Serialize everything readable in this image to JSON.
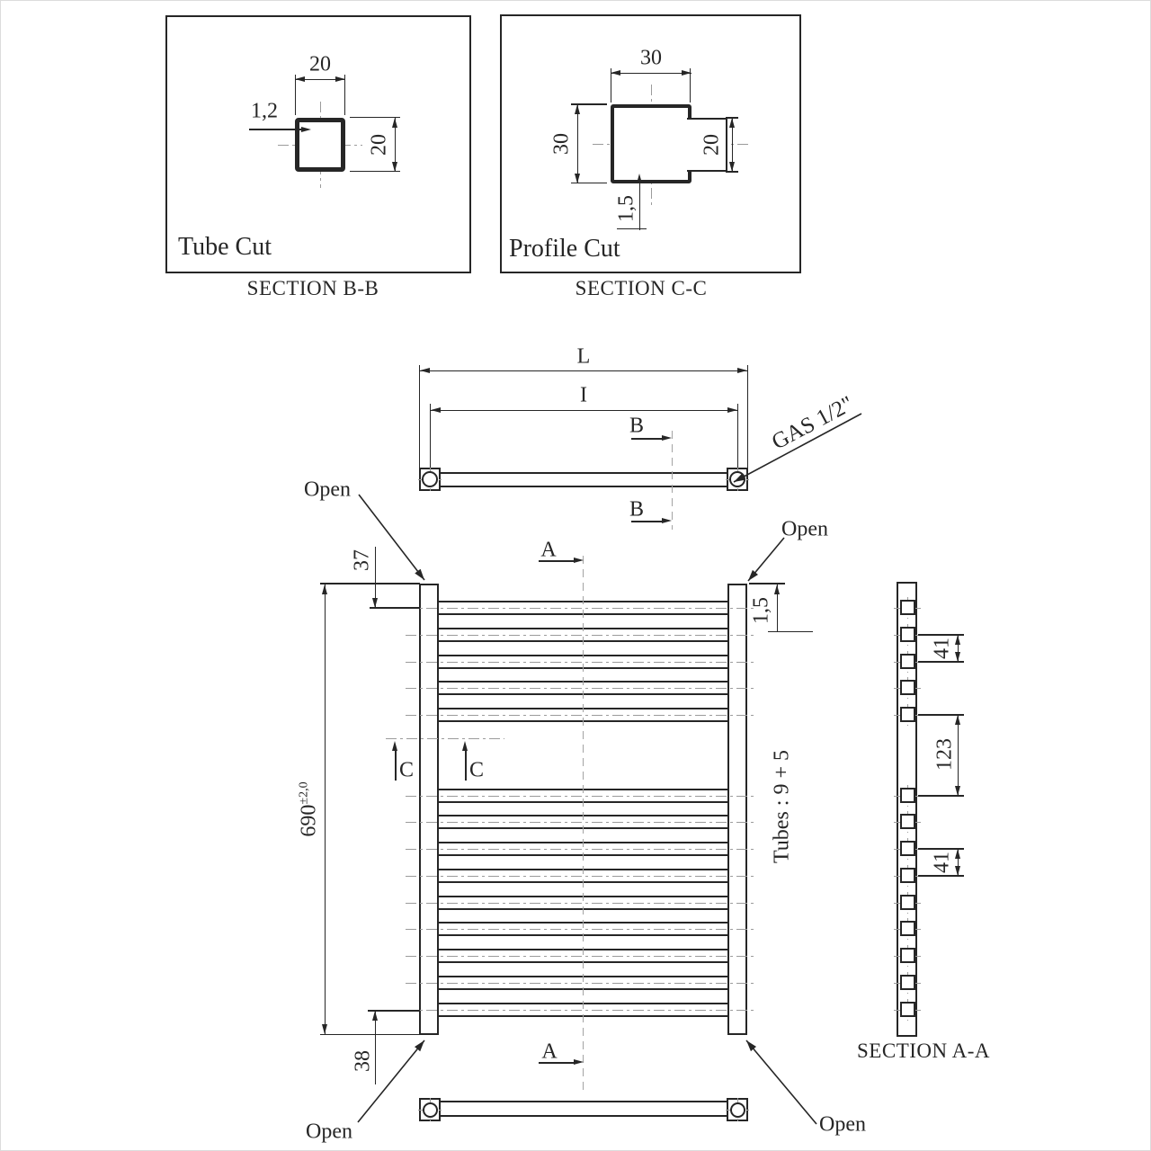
{
  "drawing": {
    "section_bb": {
      "title": "Tube Cut",
      "caption": "SECTION B-B",
      "dim_width": "20",
      "dim_height": "20",
      "dim_wall": "1,2"
    },
    "section_cc": {
      "title": "Profile Cut",
      "caption": "SECTION C-C",
      "dim_width": "30",
      "dim_height": "30",
      "dim_stub": "20",
      "dim_wall": "1,5"
    },
    "top_view": {
      "dim_overall": "L",
      "dim_interaxis": "I",
      "cut_label": "B",
      "gas_label": "GAS 1/2\""
    },
    "front_view": {
      "dim_height": "690",
      "dim_height_tol": "±2,0",
      "dim_top": "37",
      "dim_bottom": "38",
      "dim_wall": "1,5",
      "tubes_label": "Tubes : 9 + 5",
      "open_label": "Open",
      "cut_a": "A",
      "cut_c": "C"
    },
    "section_aa": {
      "caption": "SECTION A-A",
      "dim_pitch_top": "41",
      "dim_gap": "123",
      "dim_pitch_bottom": "41"
    }
  },
  "colors": {
    "line": "#262626",
    "centerline": "#9b9b9b",
    "background": "#ffffff"
  }
}
